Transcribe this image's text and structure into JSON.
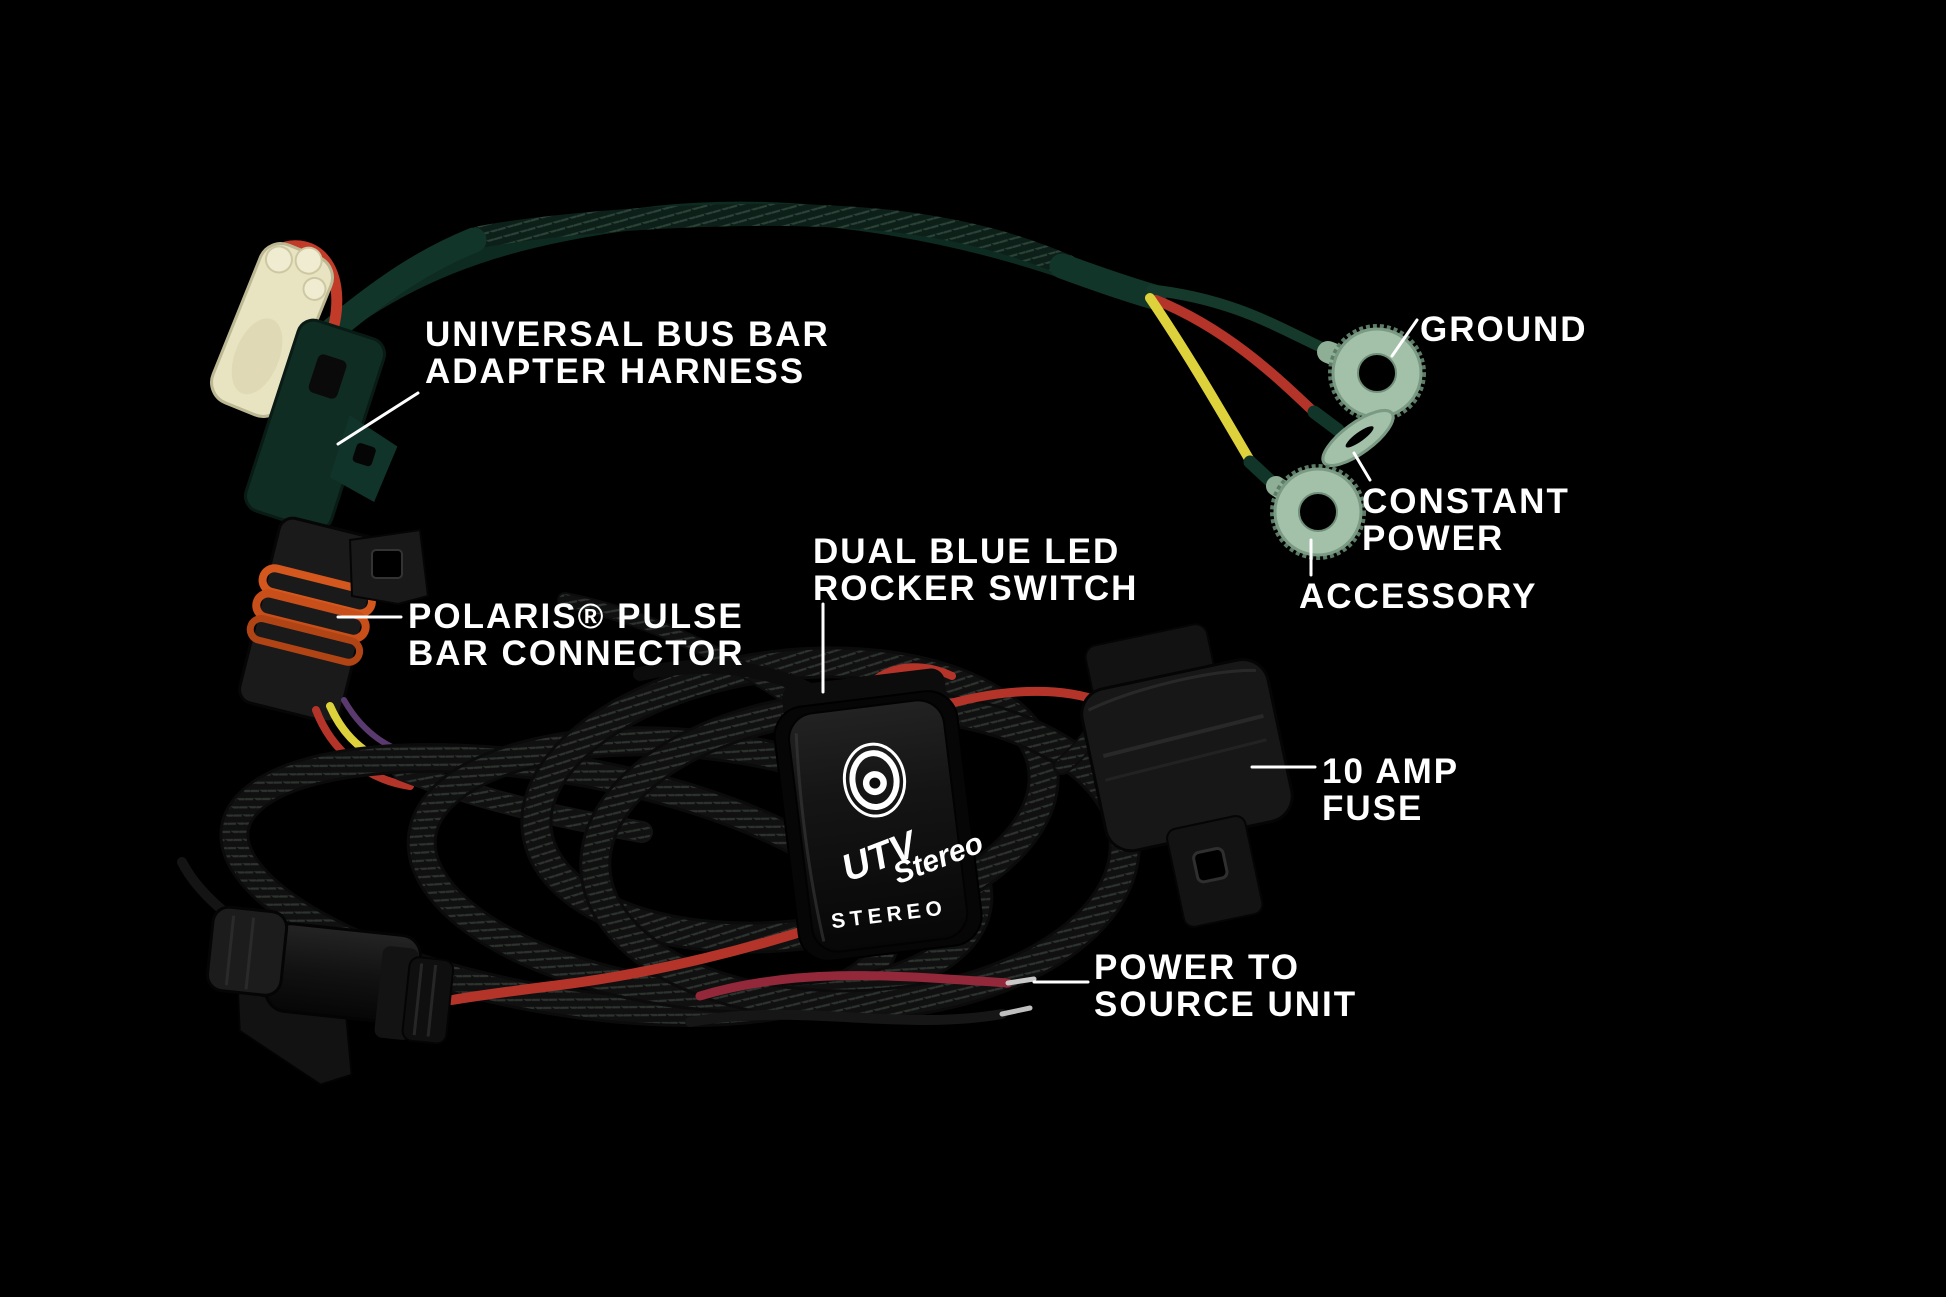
{
  "callouts": {
    "universal": {
      "line1": "UNIVERSAL BUS BAR",
      "line2": "ADAPTER HARNESS"
    },
    "polaris": {
      "line1": "POLARIS® PULSE",
      "line2": "BAR CONNECTOR"
    },
    "rocker": {
      "line1": "DUAL BLUE LED",
      "line2": "ROCKER SWITCH"
    },
    "ground": {
      "line1": "GROUND"
    },
    "constant": {
      "line1": "CONSTANT",
      "line2": "POWER"
    },
    "accessory": {
      "line1": "ACCESSORY"
    },
    "fuse": {
      "line1": "10 AMP",
      "line2": "FUSE"
    },
    "power": {
      "line1": "POWER TO",
      "line2": "SOURCE UNIT"
    }
  },
  "switch": {
    "brand_top": "UTV",
    "brand_script": "Stereo",
    "face_label": "STEREO"
  },
  "colors": {
    "background": "#000000",
    "label_text": "#ffffff",
    "wire_green": "#123326",
    "wire_red": "#b5342a",
    "wire_yellow": "#ddd23b",
    "terminal_green": "#a3c0a9",
    "connector_cream": "#e8e4c2",
    "seal_orange": "#d4571e",
    "braid_black": "#141414"
  }
}
